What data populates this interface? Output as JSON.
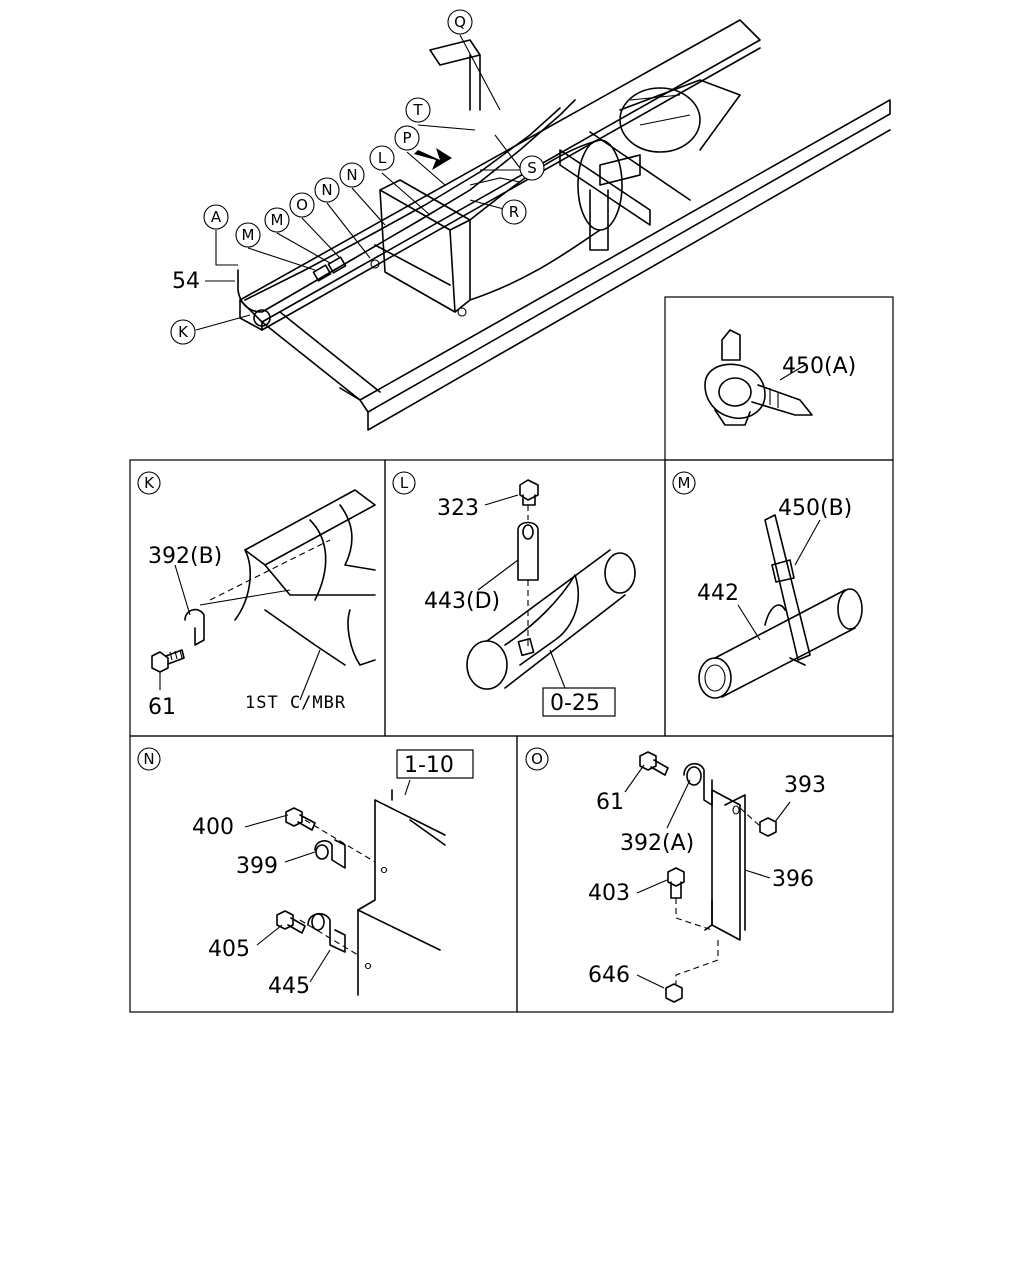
{
  "callouts": {
    "A": "A",
    "K": "K",
    "L": "L",
    "M": "M",
    "N": "N",
    "O": "O",
    "P": "P",
    "Q": "Q",
    "R": "R",
    "S": "S",
    "T": "T"
  },
  "main": {
    "part_54": "54"
  },
  "panel_a": {
    "part": "450(A)"
  },
  "panel_k": {
    "callout": "K",
    "part_392b": "392(B)",
    "part_61": "61",
    "member_label": "1ST C/MBR"
  },
  "panel_l": {
    "callout": "L",
    "part_323": "323",
    "part_443d": "443(D)",
    "ref_box": "0-25"
  },
  "panel_m": {
    "callout": "M",
    "part_450b": "450(B)",
    "part_442": "442"
  },
  "panel_n": {
    "callout": "N",
    "ref_box": "1-10",
    "part_400": "400",
    "part_399": "399",
    "part_405": "405",
    "part_445": "445"
  },
  "panel_o": {
    "callout": "O",
    "part_61": "61",
    "part_392a": "392(A)",
    "part_393": "393",
    "part_403": "403",
    "part_396": "396",
    "part_646": "646"
  }
}
